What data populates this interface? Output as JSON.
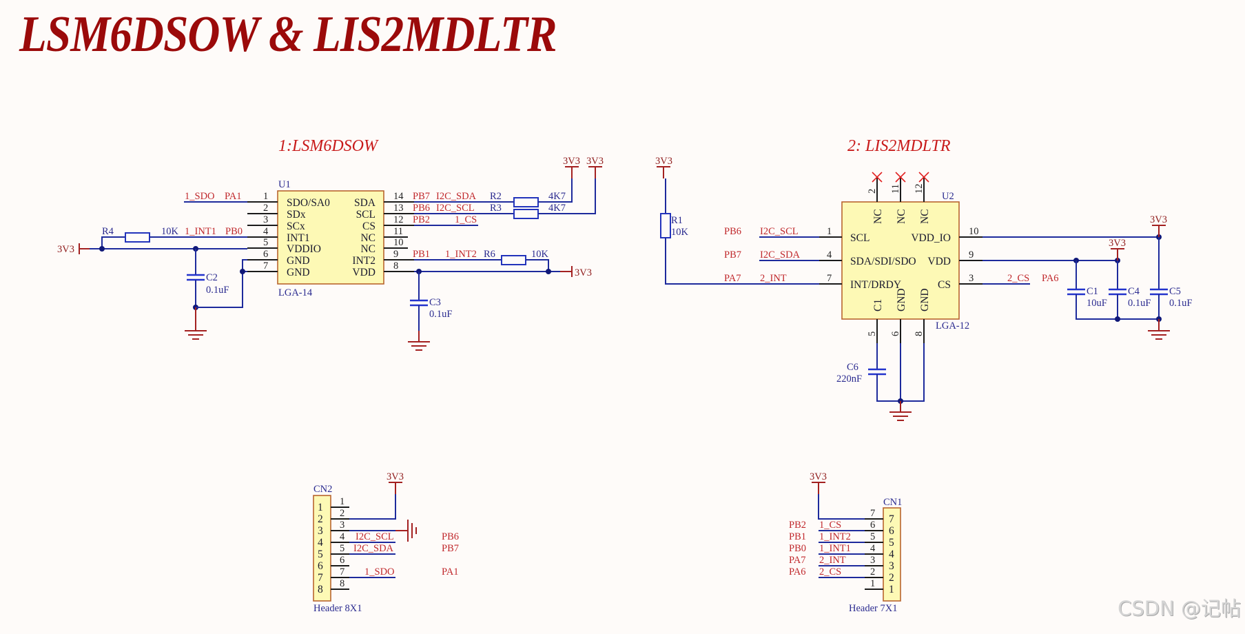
{
  "title": "LSM6DSOW & LIS2MDLTR",
  "watermark": "CSDN @记帖",
  "colors": {
    "title_red": "#9b0a0a",
    "net_label_red": "#c0282c",
    "wire_blue": "#1d2a9c",
    "designator_blue": "#2a2a8f",
    "part_fill": "#fdf9b5",
    "power_red": "#a32020"
  },
  "section1": {
    "title": "1:LSM6DSOW",
    "ic": {
      "designator": "U1",
      "package": "LGA-14",
      "left_pins": [
        {
          "num": "1",
          "name": "SDO/SA0"
        },
        {
          "num": "2",
          "name": "SDx"
        },
        {
          "num": "3",
          "name": "SCx"
        },
        {
          "num": "4",
          "name": "INT1"
        },
        {
          "num": "5",
          "name": "VDDIO"
        },
        {
          "num": "6",
          "name": "GND"
        },
        {
          "num": "7",
          "name": "GND"
        }
      ],
      "right_pins": [
        {
          "num": "14",
          "name": "SDA"
        },
        {
          "num": "13",
          "name": "SCL"
        },
        {
          "num": "12",
          "name": "CS"
        },
        {
          "num": "11",
          "name": "NC"
        },
        {
          "num": "10",
          "name": "NC"
        },
        {
          "num": "9",
          "name": "INT2"
        },
        {
          "num": "8",
          "name": "VDD"
        }
      ]
    },
    "nets": {
      "sdo": "1_SDO",
      "sdo_port": "PA1",
      "int1": "1_INT1",
      "int1_port": "PB0",
      "sda_port": "PB7",
      "sda": "I2C_SDA",
      "scl_port": "PB6",
      "scl": "I2C_SCL",
      "cs_port": "PB2",
      "cs": "1_CS",
      "int2_port": "PB1",
      "int2": "1_INT2"
    },
    "components": {
      "r4": {
        "ref": "R4",
        "value": "10K"
      },
      "r2": {
        "ref": "R2",
        "value": "4K7"
      },
      "r3": {
        "ref": "R3",
        "value": "4K7"
      },
      "r6": {
        "ref": "R6",
        "value": "10K"
      },
      "c2": {
        "ref": "C2",
        "value": "0.1uF"
      },
      "c3": {
        "ref": "C3",
        "value": "0.1uF"
      }
    },
    "power": "3V3"
  },
  "section2": {
    "title": "2: LIS2MDLTR",
    "ic": {
      "designator": "U2",
      "package": "LGA-12",
      "left_pins": [
        {
          "num": "1",
          "name": "SCL"
        },
        {
          "num": "4",
          "name": "SDA/SDI/SDO"
        },
        {
          "num": "7",
          "name": "INT/DRDY"
        }
      ],
      "right_pins": [
        {
          "num": "10",
          "name": "VDD_IO"
        },
        {
          "num": "9",
          "name": "VDD"
        },
        {
          "num": "3",
          "name": "CS"
        }
      ],
      "top_pins": [
        {
          "num": "2",
          "name": "NC"
        },
        {
          "num": "11",
          "name": "NC"
        },
        {
          "num": "12",
          "name": "NC"
        }
      ],
      "bottom_pins": [
        {
          "num": "5",
          "name": "C1"
        },
        {
          "num": "6",
          "name": "GND"
        },
        {
          "num": "8",
          "name": "GND"
        }
      ]
    },
    "nets": {
      "scl_port": "PB6",
      "scl": "I2C_SCL",
      "sda_port": "PB7",
      "sda": "I2C_SDA",
      "int_port": "PA7",
      "int": "2_INT",
      "cs": "2_CS",
      "cs_port": "PA6"
    },
    "components": {
      "r1": {
        "ref": "R1",
        "value": "10K"
      },
      "c6": {
        "ref": "C6",
        "value": "220nF"
      },
      "c1": {
        "ref": "C1",
        "value": "10uF"
      },
      "c4": {
        "ref": "C4",
        "value": "0.1uF"
      },
      "c5": {
        "ref": "C5",
        "value": "0.1uF"
      }
    },
    "power": "3V3"
  },
  "cn2": {
    "designator": "CN2",
    "footprint": "Header 8X1",
    "pins": [
      "1",
      "2",
      "3",
      "4",
      "5",
      "6",
      "7",
      "8"
    ],
    "nets": {
      "p4": "I2C_SCL",
      "p5": "I2C_SDA",
      "p7": "1_SDO"
    },
    "ports": {
      "p4": "PB6",
      "p5": "PB7",
      "p7": "PA1"
    },
    "power": "3V3"
  },
  "cn1": {
    "designator": "CN1",
    "footprint": "Header 7X1",
    "pins": [
      "7",
      "6",
      "5",
      "4",
      "3",
      "2",
      "1"
    ],
    "nets": {
      "p6": "1_CS",
      "p5": "1_INT2",
      "p4": "1_INT1",
      "p3": "2_INT",
      "p2": "2_CS"
    },
    "ports": {
      "p6": "PB2",
      "p5": "PB1",
      "p4": "PB0",
      "p3": "PA7",
      "p2": "PA6"
    },
    "power": "3V3"
  }
}
